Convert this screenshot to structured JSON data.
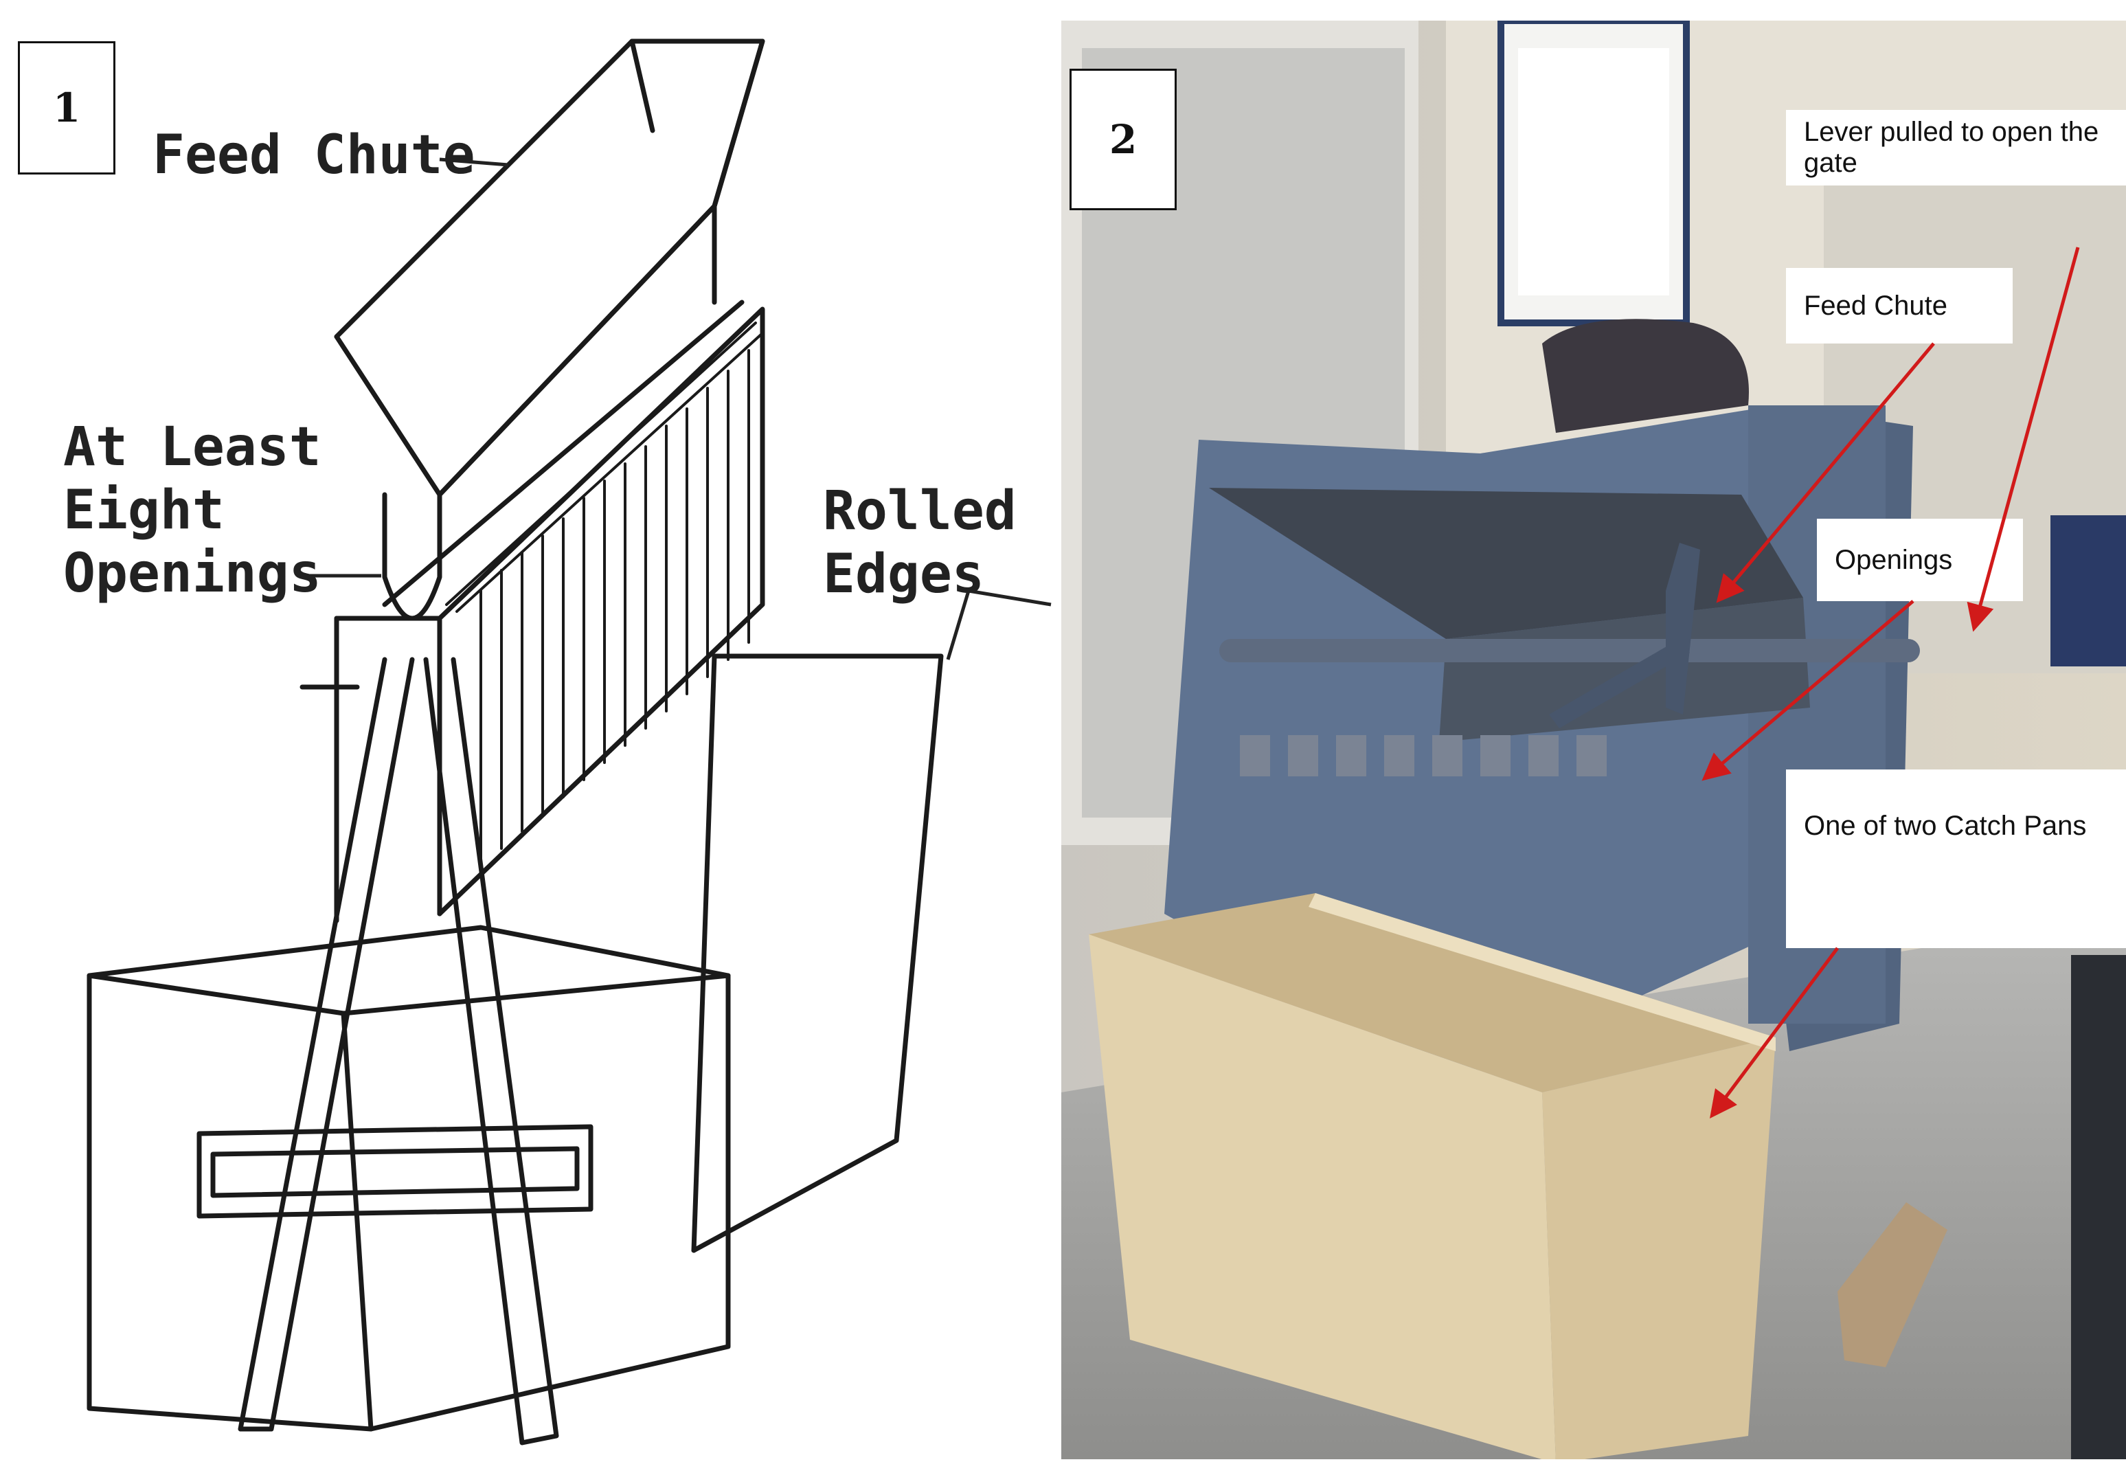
{
  "figure_1": {
    "number": "1",
    "labels": {
      "feed_chute": "Feed Chute",
      "at_least_eight_openings": "At Least\nEight\nOpenings",
      "rolled_edges": "Rolled\nEdges"
    }
  },
  "figure_2": {
    "number": "2",
    "callouts": {
      "lever": "Lever pulled to open the gate",
      "feed_chute": "Feed Chute",
      "openings": "Openings",
      "catch_pan": "One of two Catch Pans"
    },
    "colors": {
      "arrow": "#d11a1a",
      "splitter_body": "#5b6f8e",
      "catch_pan_wood": "#e2d2ad"
    }
  }
}
